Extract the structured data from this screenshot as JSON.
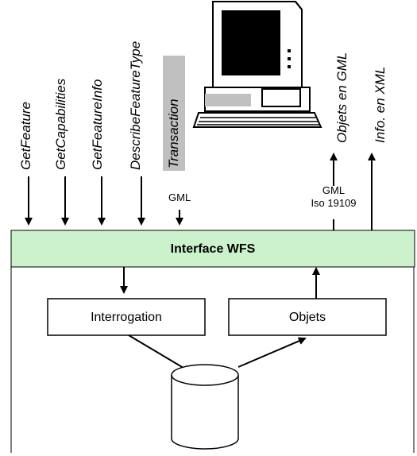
{
  "requests": [
    {
      "label": "GetFeature"
    },
    {
      "label": "GetCapabilities"
    },
    {
      "label": "GetFeatureInfo"
    },
    {
      "label": "DescribeFeatureType"
    },
    {
      "label": "Transaction"
    }
  ],
  "transaction_format": "GML",
  "outputs": [
    {
      "label": "Objets en GML"
    },
    {
      "label": "Info. en XML"
    }
  ],
  "gml_note": {
    "line1": "GML",
    "line2": "Iso 19109"
  },
  "interface": {
    "title": "Interface WFS",
    "color": "#ccf2cc"
  },
  "boxes": {
    "left": "Interrogation",
    "right": "Objets"
  },
  "colors": {
    "highlight_bar": "#c0c0c0",
    "monitor_screen": "#000000"
  }
}
